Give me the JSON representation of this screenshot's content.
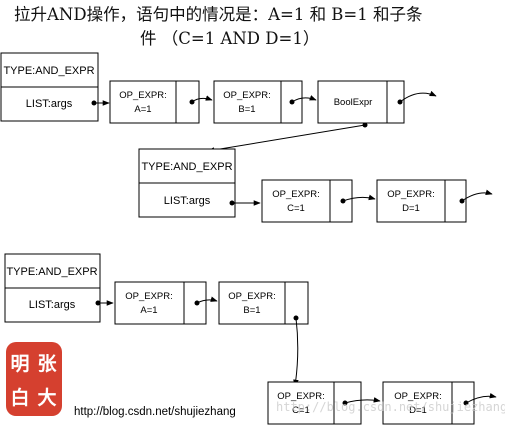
{
  "title": {
    "line1": "拉升AND操作，语句中的情况是：A=1 和 B=1 和子条",
    "line2": "件 （C=1 AND D=1）"
  },
  "group1": {
    "head_type": "TYPE:AND_EXPR",
    "head_list": "LIST:args",
    "nodes": [
      {
        "line1": "OP_EXPR:",
        "line2": "A=1"
      },
      {
        "line1": "OP_EXPR:",
        "line2": "B=1"
      },
      {
        "line1": "BoolExpr",
        "line2": ""
      }
    ]
  },
  "group2": {
    "head_type": "TYPE:AND_EXPR",
    "head_list": "LIST:args",
    "nodes": [
      {
        "line1": "OP_EXPR:",
        "line2": "C=1"
      },
      {
        "line1": "OP_EXPR:",
        "line2": "D=1"
      }
    ]
  },
  "group3": {
    "head_type": "TYPE:AND_EXPR",
    "head_list": "LIST:args",
    "nodes_top": [
      {
        "line1": "OP_EXPR:",
        "line2": "A=1"
      },
      {
        "line1": "OP_EXPR:",
        "line2": "B=1"
      }
    ],
    "nodes_bottom": [
      {
        "line1": "OP_EXPR:",
        "line2": "C=1"
      },
      {
        "line1": "OP_EXPR:",
        "line2": "D=1"
      }
    ]
  },
  "stamp": {
    "chars": [
      "明",
      "张",
      "白",
      "大"
    ],
    "color": "#d5402f"
  },
  "footer": {
    "url": "http://blog.csdn.net/shujiezhang",
    "watermark": "http://blog.csdn.net/shujiezhang"
  }
}
